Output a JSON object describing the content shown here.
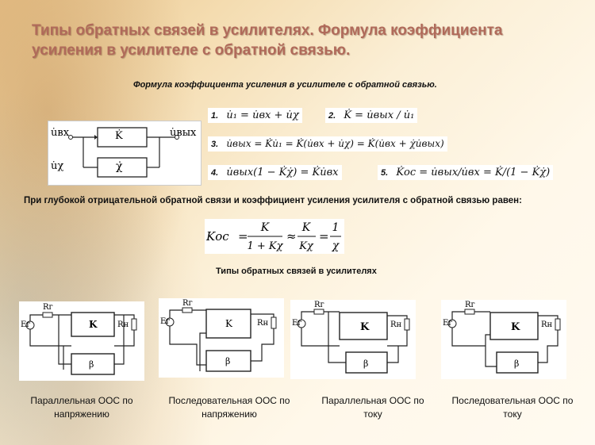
{
  "title": "Типы обратных связей в усилителях. Формула коэффициента усиления в усилителе с обратной связью.",
  "subtitle": "Формула коэффициента усиления в усилителе с обратной связью.",
  "block_diagram": {
    "input_label": "u̇вх",
    "feedback_label": "u̇χ",
    "output_label": "u̇вых",
    "amp_label": "K̇",
    "fb_label": "χ̇"
  },
  "formulas": [
    {
      "num": "1.",
      "text": "u̇₁ = u̇вх + u̇χ"
    },
    {
      "num": "2.",
      "text": "K̇ = u̇вых / u̇₁"
    },
    {
      "num": "3.",
      "text": "u̇вых = K̇u̇₁ = K̇(u̇вх + u̇χ) = K̇(u̇вх + χ̇u̇вых)"
    },
    {
      "num": "4.",
      "text": "u̇вых(1 − K̇χ̇) = K̇u̇вх"
    },
    {
      "num": "5.",
      "text": "K̇ос = u̇вых/u̇вх = K̇/(1 − K̇χ̇)"
    }
  ],
  "note": "При глубокой отрицательной обратной связи и коэффициент усиления усилителя с обратной связью равен:",
  "deep_formula": {
    "lhs": "Kос",
    "t1_num": "K",
    "t1_den": "1 + Kχ",
    "t2_num": "K",
    "t2_den": "Kχ",
    "t3_num": "1",
    "t3_den": "χ"
  },
  "types_heading": "Типы обратных связей в усилителях",
  "circuit_labels": {
    "r_source": "Rг",
    "e_source": "Eг",
    "k": "K",
    "r_load": "Rн",
    "beta": "β"
  },
  "captions": [
    {
      "line1": "Параллельная ООС по",
      "line2": "напряжению"
    },
    {
      "line1": "Последовательная ООС по",
      "line2": "напряжению"
    },
    {
      "line1": "Параллельная ООС по",
      "line2": "току"
    },
    {
      "line1": "Последовательная ООС по",
      "line2": "току"
    }
  ]
}
